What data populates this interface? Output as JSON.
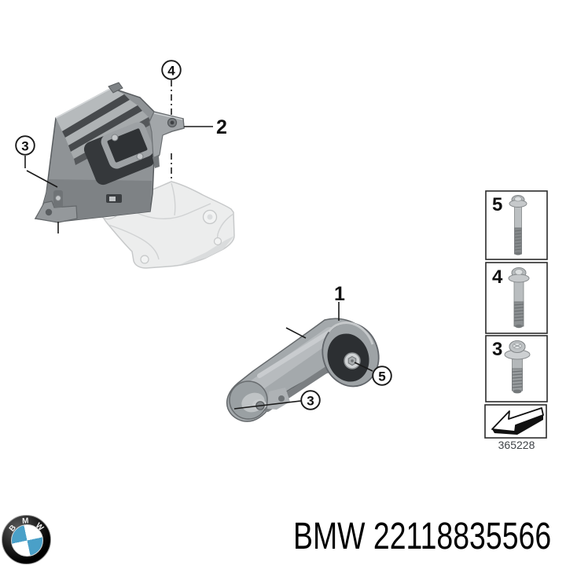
{
  "callouts": {
    "c1": "1",
    "c2": "2",
    "c3_top": "3",
    "c3_mid": "3",
    "c4": "4",
    "c5": "5"
  },
  "legend": {
    "items": [
      {
        "number": "5",
        "icon": "bolt-long-icon"
      },
      {
        "number": "4",
        "icon": "bolt-medium-icon"
      },
      {
        "number": "3",
        "icon": "bolt-short-icon"
      }
    ],
    "arrow_icon": "install-direction-arrow-icon",
    "diagram_number": "365228"
  },
  "footer": {
    "part_label": "BMW 22118835566",
    "logo_icon": "bmw-roundel-icon",
    "logo_letters": [
      "B",
      "M",
      "W"
    ]
  },
  "colors": {
    "bmw_blue": "#4aa0c8",
    "part_gray": "#9aa0a4",
    "part_dark": "#2e3134",
    "ghost_gray": "#eceded",
    "line_black": "#1a1a1a"
  }
}
